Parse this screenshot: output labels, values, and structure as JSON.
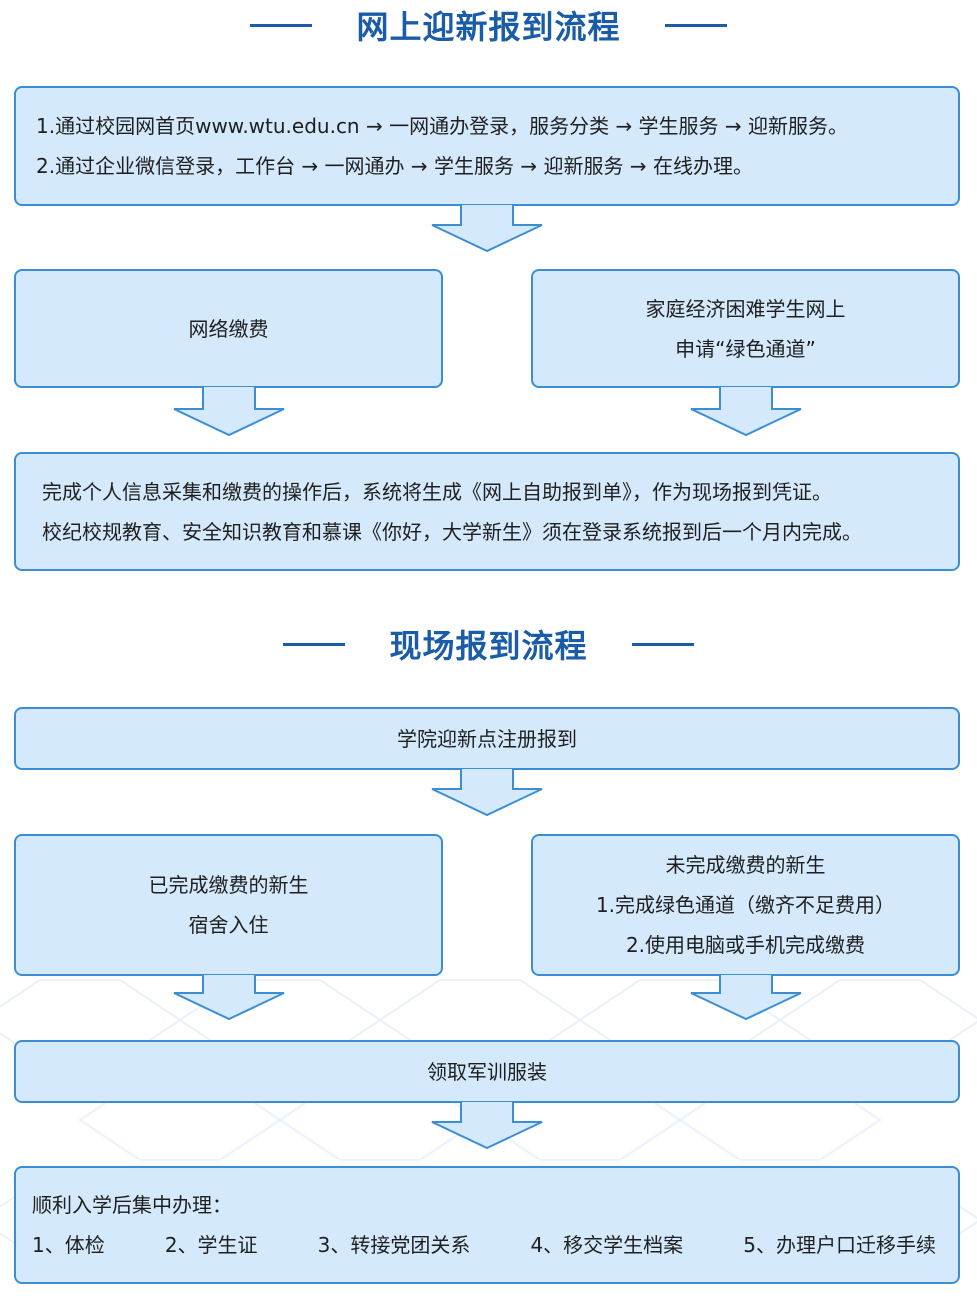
{
  "online": {
    "title": "网上迎新报到流程",
    "access_lines": [
      "1.通过校园网首页www.wtu.edu.cn → 一网通办登录，服务分类 → 学生服务 → 迎新服务。",
      "2.通过企业微信登录，工作台 → 一网通办 → 学生服务 → 迎新服务 → 在线办理。"
    ],
    "payment": "网络缴费",
    "green_channel_lines": [
      "家庭经济困难学生网上",
      "申请“绿色通道”"
    ],
    "completion_lines": [
      "完成个人信息采集和缴费的操作后，系统将生成《网上自助报到单》，作为现场报到凭证。",
      "校纪校规教育、安全知识教育和慕课《你好，大学新生》须在登录系统报到后一个月内完成。"
    ]
  },
  "onsite": {
    "title": "现场报到流程",
    "register": "学院迎新点注册报到",
    "paid_lines": [
      "已完成缴费的新生",
      "宿舍入住"
    ],
    "unpaid_lines": [
      "未完成缴费的新生",
      "1.完成绿色通道（缴齐不足费用）",
      "2.使用电脑或手机完成缴费"
    ],
    "uniform": "领取军训服装",
    "final_heading": "顺利入学后集中办理：",
    "final_items": [
      "1、体检",
      "2、学生证",
      "3、转接党团关系",
      "4、移交学生档案",
      "5、办理户口迁移手续"
    ]
  },
  "colors": {
    "box_fill": "#d4e9fb",
    "box_border": "#3c8ed4",
    "title": "#1a5ca8"
  }
}
